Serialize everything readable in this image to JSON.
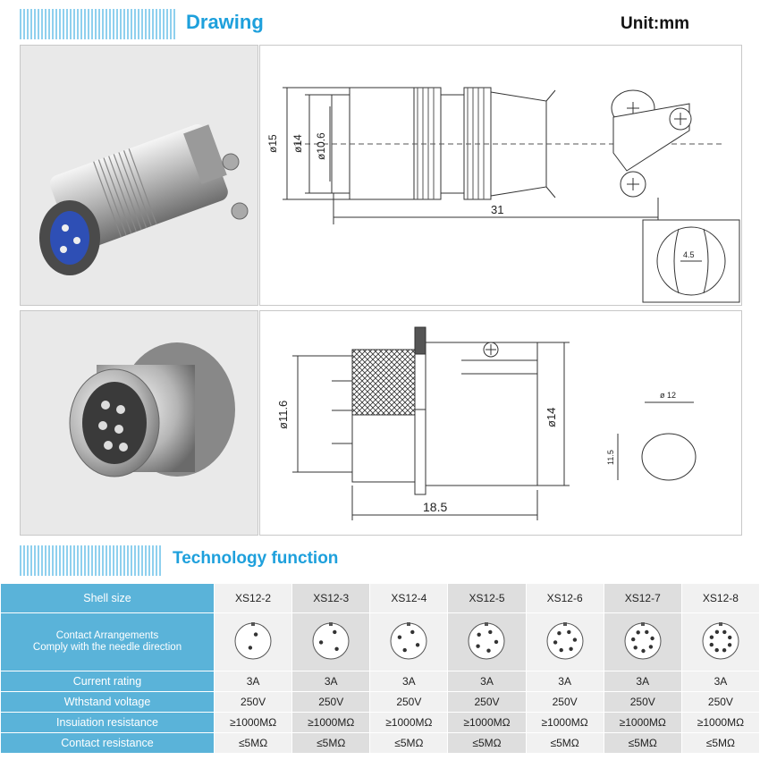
{
  "header": {
    "drawing_title": "Drawing",
    "unit_label": "Unit:mm"
  },
  "drawing_top": {
    "dims": {
      "d15": "ø15",
      "d14": "ø14",
      "d10_6": "ø10.6",
      "len": "31",
      "slot": "4.5"
    }
  },
  "drawing_bottom": {
    "dims": {
      "d11_6": "ø11.6",
      "d14": "ø14",
      "len": "18.5",
      "hole_d": "ø 12",
      "hole_h": "11.5"
    }
  },
  "tech": {
    "title": "Technology function"
  },
  "table": {
    "shell_label": "Shell size",
    "contact_label_1": "Contact Arrangements",
    "contact_label_2": "Comply with the needle direction",
    "rows": [
      {
        "label": "Current rating",
        "values": [
          "3A",
          "3A",
          "3A",
          "3A",
          "3A",
          "3A",
          "3A"
        ]
      },
      {
        "label": "Wthstand voltage",
        "values": [
          "250V",
          "250V",
          "250V",
          "250V",
          "250V",
          "250V",
          "250V"
        ]
      },
      {
        "label": "Insuiation resistance",
        "values": [
          "≥1000MΩ",
          "≥1000MΩ",
          "≥1000MΩ",
          "≥1000MΩ",
          "≥1000MΩ",
          "≥1000MΩ",
          "≥1000MΩ"
        ]
      },
      {
        "label": "Contact resistance",
        "values": [
          "≤5MΩ",
          "≤5MΩ",
          "≤5MΩ",
          "≤5MΩ",
          "≤5MΩ",
          "≤5MΩ",
          "≤5MΩ"
        ]
      }
    ],
    "models": [
      "XS12-2",
      "XS12-3",
      "XS12-4",
      "XS12-5",
      "XS12-6",
      "XS12-7",
      "XS12-8"
    ],
    "pin_counts": [
      2,
      3,
      4,
      5,
      6,
      7,
      8
    ]
  },
  "colors": {
    "accent": "#1ea0dc",
    "label_bg": "#5ab3d9"
  }
}
